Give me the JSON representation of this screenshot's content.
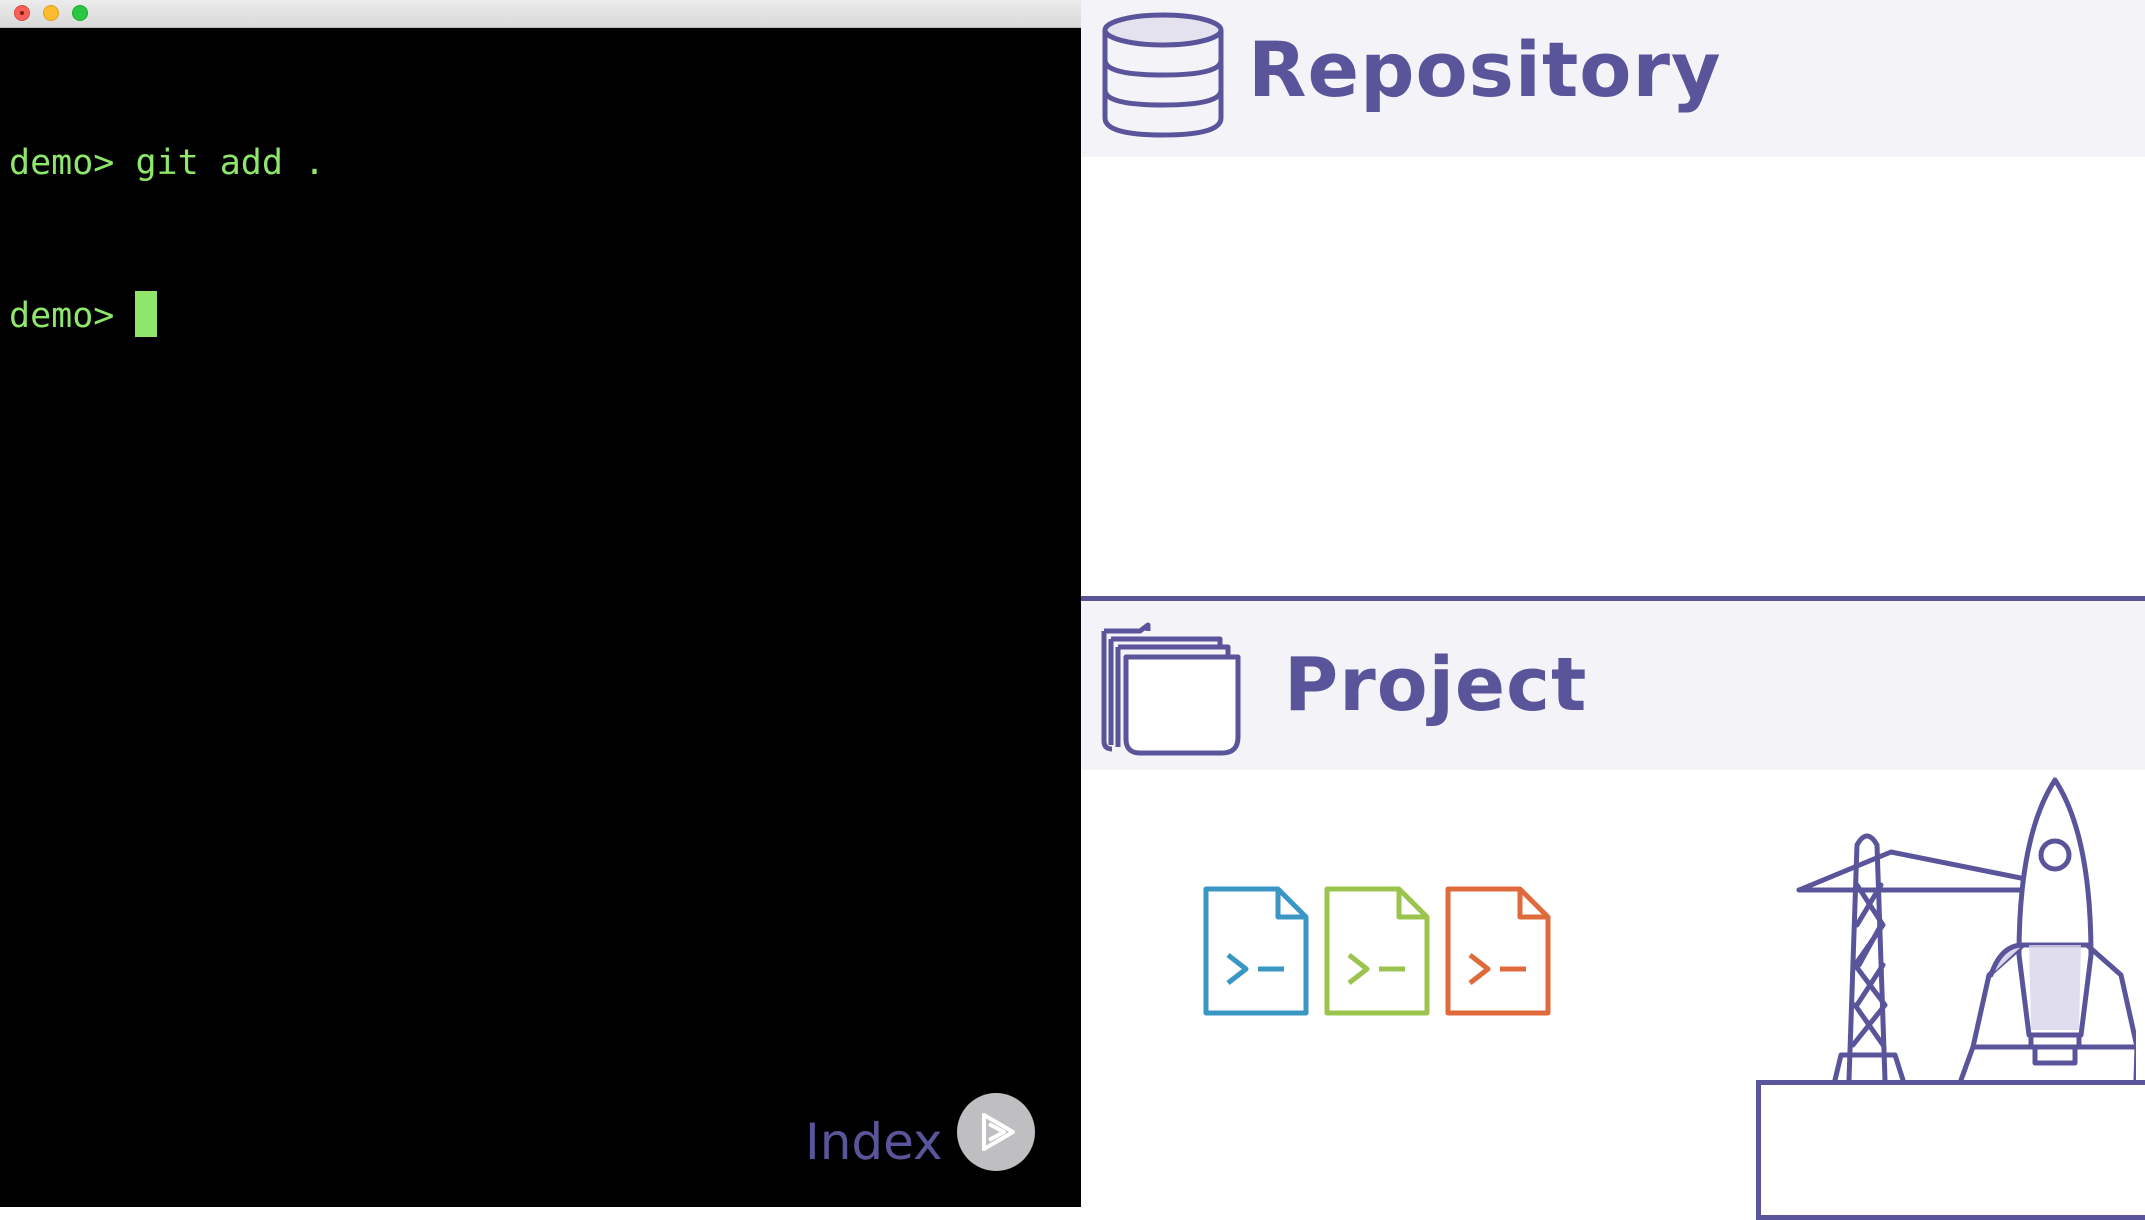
{
  "terminal": {
    "lines": [
      {
        "prompt": "demo> ",
        "command": "git add ."
      },
      {
        "prompt": "demo> ",
        "command": ""
      }
    ]
  },
  "diagram": {
    "repository": {
      "title": "Repository",
      "icon": "database-icon"
    },
    "project": {
      "title": "Project",
      "icon": "folder-stack-icon"
    },
    "files": [
      {
        "icon": "terminal-file-icon",
        "color": "#3a97c4"
      },
      {
        "icon": "terminal-file-icon",
        "color": "#9ac44e"
      },
      {
        "icon": "terminal-file-icon",
        "color": "#df6a3c"
      }
    ],
    "index": {
      "label": "Index",
      "icon": "rocket-launchpad-icon"
    },
    "accent_color": "#5a549b",
    "header_bg": "#f4f3f8"
  },
  "player": {
    "icon": "play-icon"
  }
}
